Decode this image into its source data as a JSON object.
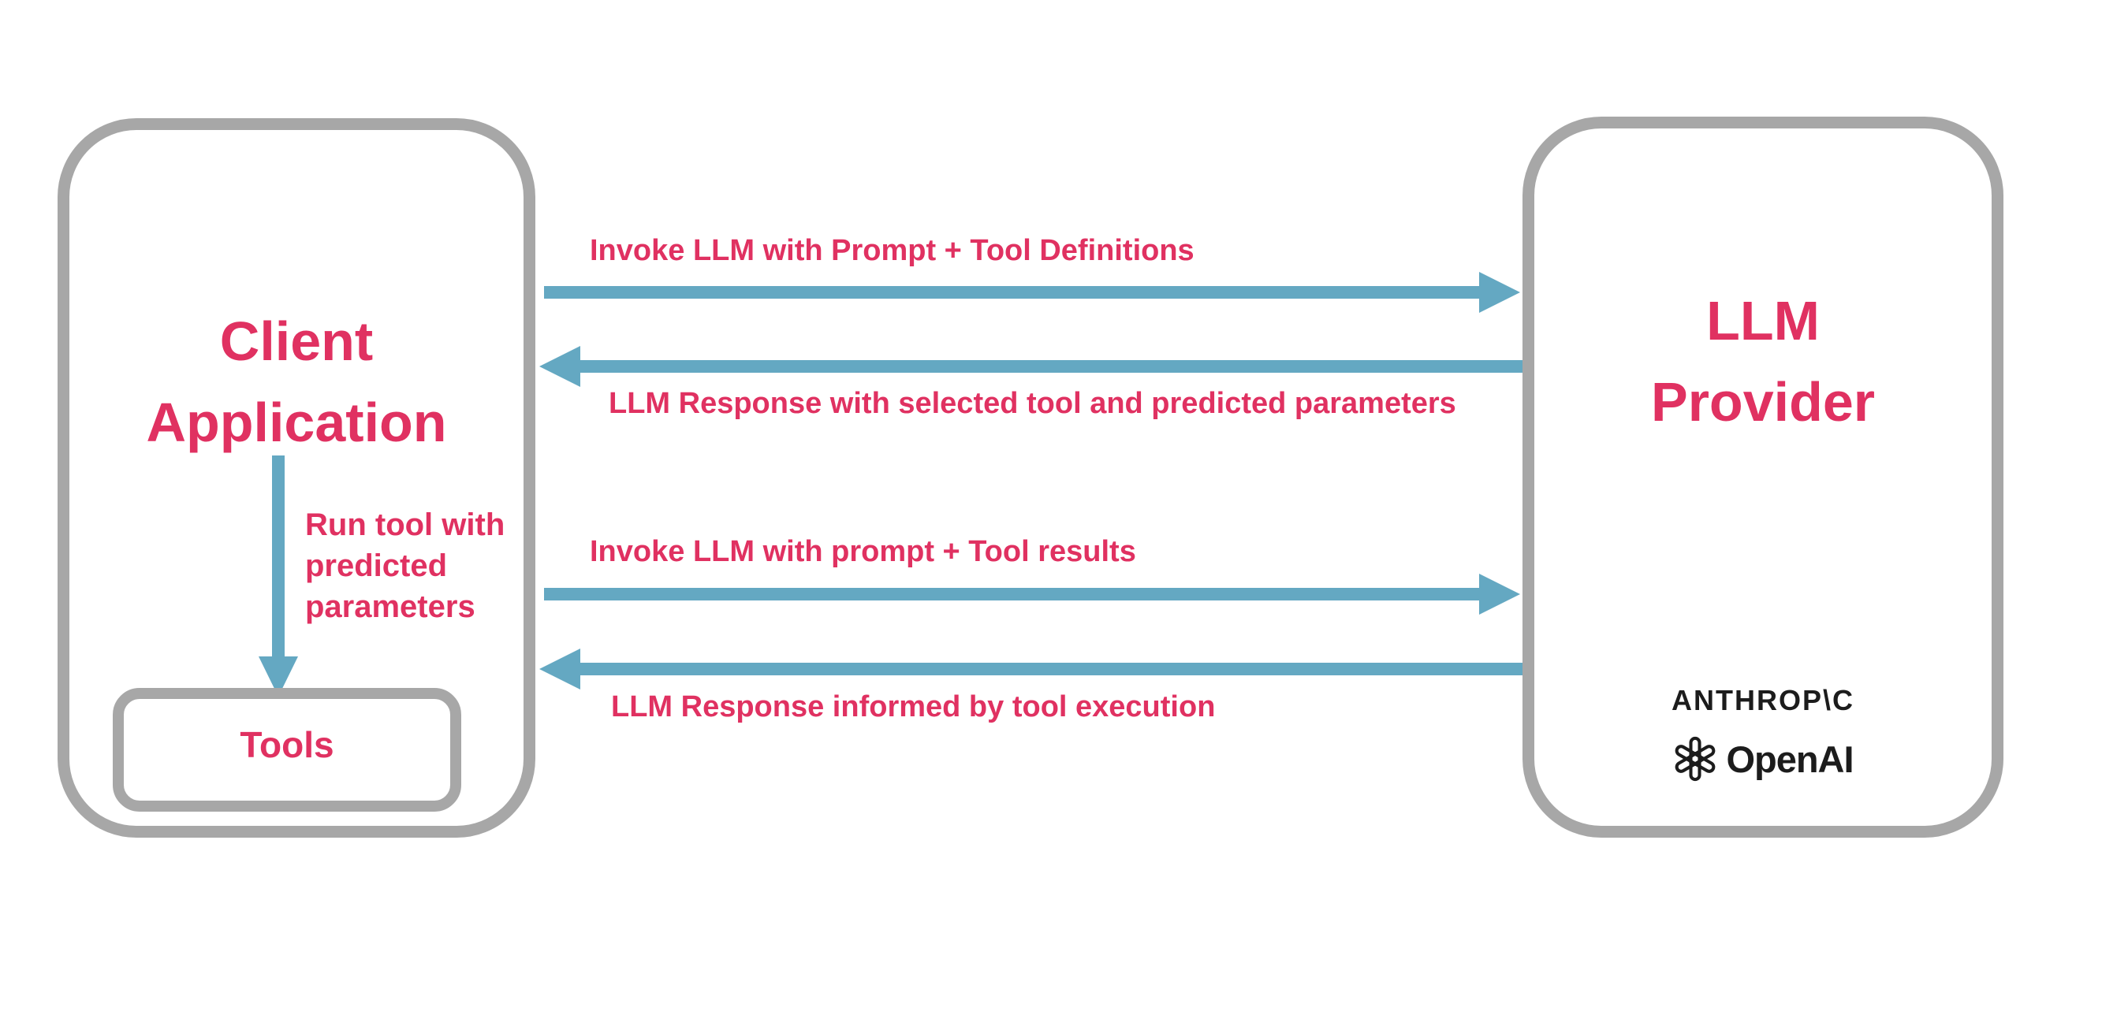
{
  "diagram_title": "LLM tool-use flow between Client Application and LLM Provider",
  "colors": {
    "label_pink": "#e03161",
    "arrow_blue": "#64a8c2",
    "border_gray": "#a7a7a7",
    "logo_black": "#1c1c1c"
  },
  "client_box": {
    "title_lines": [
      "Client",
      "Application"
    ],
    "run_tool_label_lines": [
      "Run tool with",
      "predicted",
      "parameters"
    ],
    "tools_label": "Tools"
  },
  "llm_box": {
    "title_lines": [
      "LLM",
      "Provider"
    ],
    "providers": [
      {
        "name": "Anthropic",
        "wordmark": "ANTHROP\\C"
      },
      {
        "name": "OpenAI",
        "wordmark": "OpenAI"
      }
    ]
  },
  "arrows": [
    {
      "direction": "right",
      "from": "Client Application",
      "to": "LLM Provider",
      "label": "Invoke LLM with Prompt + Tool Definitions"
    },
    {
      "direction": "left",
      "from": "LLM Provider",
      "to": "Client Application",
      "label": "LLM Response with selected tool and predicted parameters"
    },
    {
      "direction": "right",
      "from": "Client Application",
      "to": "LLM Provider",
      "label": "Invoke LLM with prompt + Tool results"
    },
    {
      "direction": "left",
      "from": "LLM Provider",
      "to": "Client Application",
      "label": "LLM Response informed by tool execution"
    },
    {
      "direction": "down",
      "from": "Client Application",
      "to": "Tools",
      "label": "Run tool with predicted parameters"
    }
  ]
}
